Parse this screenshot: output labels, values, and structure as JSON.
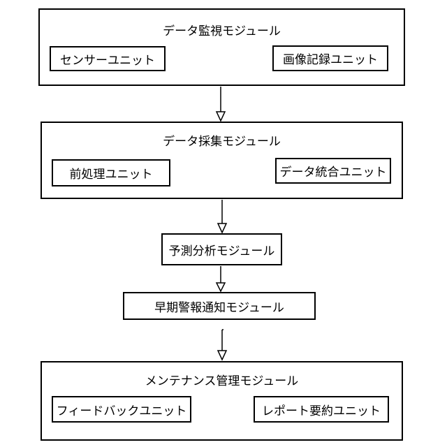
{
  "modules": {
    "monitoring": {
      "title": "データ監視モジュール",
      "units": [
        "センサーユニット",
        "画像記録ユニット"
      ]
    },
    "collection": {
      "title": "データ採集モジュール",
      "units": [
        "前処理ユニット",
        "データ統合ユニット"
      ]
    },
    "prediction": {
      "title": "予測分析モジュール"
    },
    "warning": {
      "title": "早期警報通知モジュール"
    },
    "maintenance": {
      "title": "メンテナンス管理モジュール",
      "units": [
        "フィードバックユニット",
        "レポート要約ユニット"
      ]
    }
  }
}
